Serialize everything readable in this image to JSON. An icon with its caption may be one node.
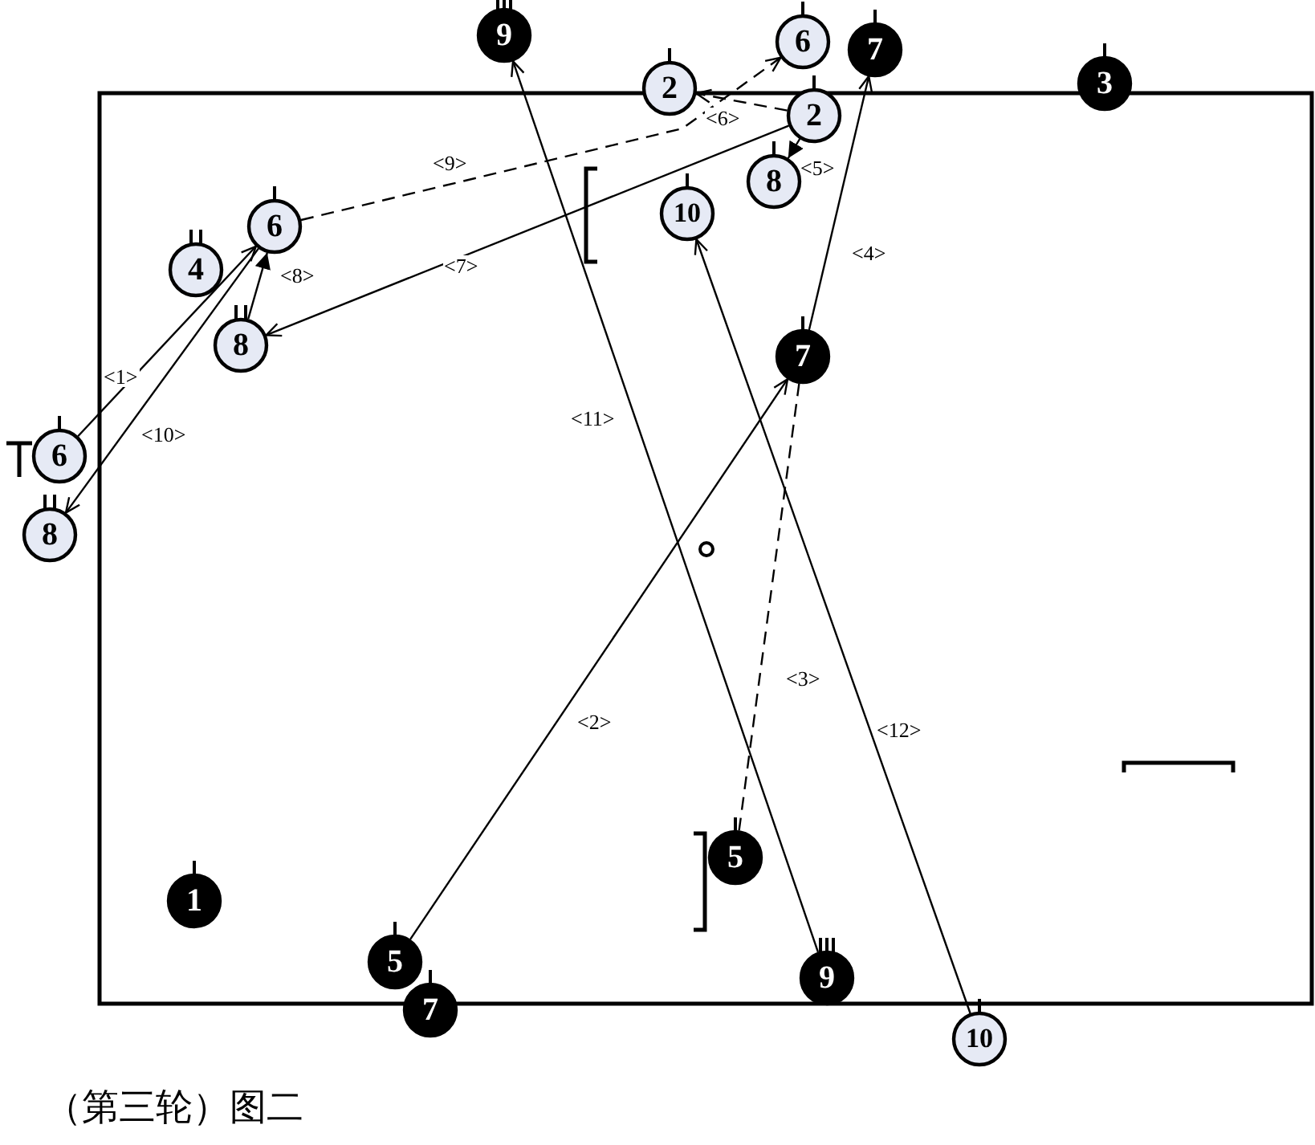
{
  "diagram": {
    "caption": "（第三轮）图二",
    "nodes": [
      {
        "text": [
          "9"
        ]
      },
      {
        "text": [
          "6"
        ]
      },
      {
        "text": [
          "7"
        ]
      },
      {
        "text": [
          "3"
        ]
      },
      {
        "text": [
          "2"
        ]
      },
      {
        "text": [
          "2"
        ]
      },
      {
        "text": [
          "8"
        ]
      },
      {
        "text": [
          "10"
        ]
      },
      {
        "text": [
          "6"
        ]
      },
      {
        "text": [
          "4"
        ]
      },
      {
        "text": [
          "8"
        ]
      },
      {
        "text": [
          "7"
        ]
      },
      {
        "text": [
          "6"
        ]
      },
      {
        "text": [
          "8"
        ]
      },
      {
        "text": [
          "5"
        ]
      },
      {
        "text": [
          "1"
        ]
      },
      {
        "text": [
          "5"
        ]
      },
      {
        "text": [
          "9"
        ]
      },
      {
        "text": [
          "7"
        ]
      },
      {
        "text": [
          "10"
        ]
      }
    ],
    "edges": [
      {
        "from": 12,
        "to": 8,
        "arrow": "to",
        "label": "<1>"
      },
      {
        "from": 16,
        "to": 11,
        "arrow": "to",
        "label": "<2>"
      },
      {
        "from": 14,
        "to": 11,
        "arrow": "none",
        "label": "<3>",
        "style": "dashed"
      },
      {
        "from": 11,
        "to": 2,
        "arrow": "to",
        "label": "<4>"
      },
      {
        "from": 5,
        "to": 6,
        "arrow": "to",
        "label": "<5>"
      },
      {
        "from": 5,
        "to": 4,
        "arrow": "to",
        "label": "<6>",
        "style": "dashed"
      },
      {
        "from": 5,
        "to": 10,
        "arrow": "to",
        "label": "<7>"
      },
      {
        "from": 10,
        "to": 8,
        "arrow": "to",
        "label": "<8>"
      },
      {
        "from": 8,
        "to": 1,
        "arrow": "to",
        "label": "<9>",
        "style": "dashed"
      },
      {
        "from": 8,
        "to": 13,
        "arrow": "to",
        "label": "<10>"
      },
      {
        "from": 17,
        "to": 0,
        "arrow": "to",
        "label": "<11>"
      },
      {
        "from": 19,
        "to": 7,
        "arrow": "to",
        "label": "<12>"
      }
    ]
  }
}
